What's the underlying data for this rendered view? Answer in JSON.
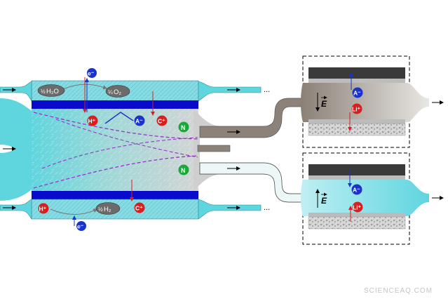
{
  "labels": {
    "electron": "e⁻",
    "proton": "H⁺",
    "anion": "A⁻",
    "cation": "C⁺",
    "neutral": "N",
    "lithium": "Li⁺",
    "field": "E",
    "ellipsis": "...",
    "water_top_frac": "½",
    "water_top_mol": "H₂O",
    "oxygen_frac": "¼",
    "oxygen_mol": "O₂",
    "hydrogen_frac": "½",
    "hydrogen_mol": "H₂"
  },
  "watermark": "SCIENCEAQ.COM",
  "colors": {
    "electrode_blue": "#0a0acc",
    "cyan_channel": "#8fe3ea",
    "light_cyan": "#c8f2f5",
    "grey_channel": "#8c8279",
    "proton_red": "#d81f1f",
    "anion_blue": "#1a33c8",
    "neutral_green": "#1aa83a",
    "dashed_purple": "#9933cc",
    "dark_electrode": "#3a3a3a",
    "pebble_grey": "#bcbcbc"
  },
  "icons": [
    "arrow-icon",
    "dashed-flow-line",
    "ion-circle"
  ]
}
